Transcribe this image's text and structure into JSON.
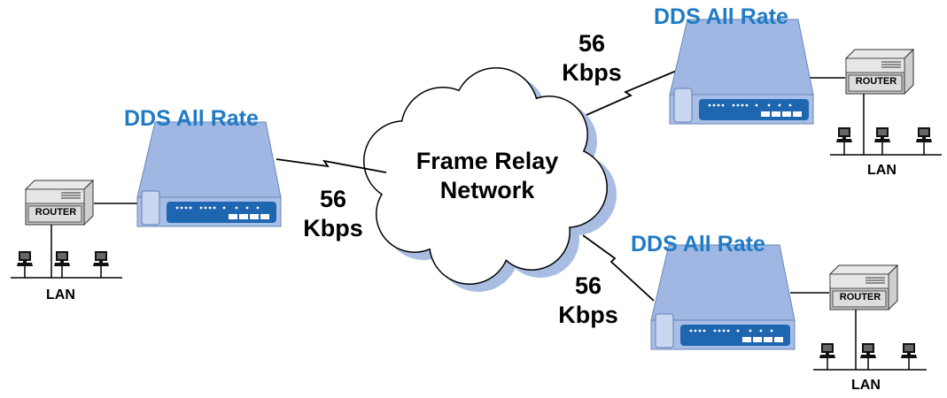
{
  "colors": {
    "accent": "#1f7bc4",
    "device_body": "#9fb7e2",
    "device_panel": "#1f66b0",
    "cloud_shadow": "#a9bde3"
  },
  "cloud": {
    "label_line1": "Frame Relay",
    "label_line2": "Network",
    "icon": "cloud-icon"
  },
  "sites": [
    {
      "device_label": "DDS All Rate",
      "speed_line1": "56",
      "speed_line2": "Kbps",
      "router_label": "ROUTER",
      "lan_label": "LAN"
    },
    {
      "device_label": "DDS All Rate",
      "speed_line1": "56",
      "speed_line2": "Kbps",
      "router_label": "ROUTER",
      "lan_label": "LAN"
    },
    {
      "device_label": "DDS All Rate",
      "speed_line1": "56",
      "speed_line2": "Kbps",
      "router_label": "ROUTER",
      "lan_label": "LAN"
    }
  ]
}
